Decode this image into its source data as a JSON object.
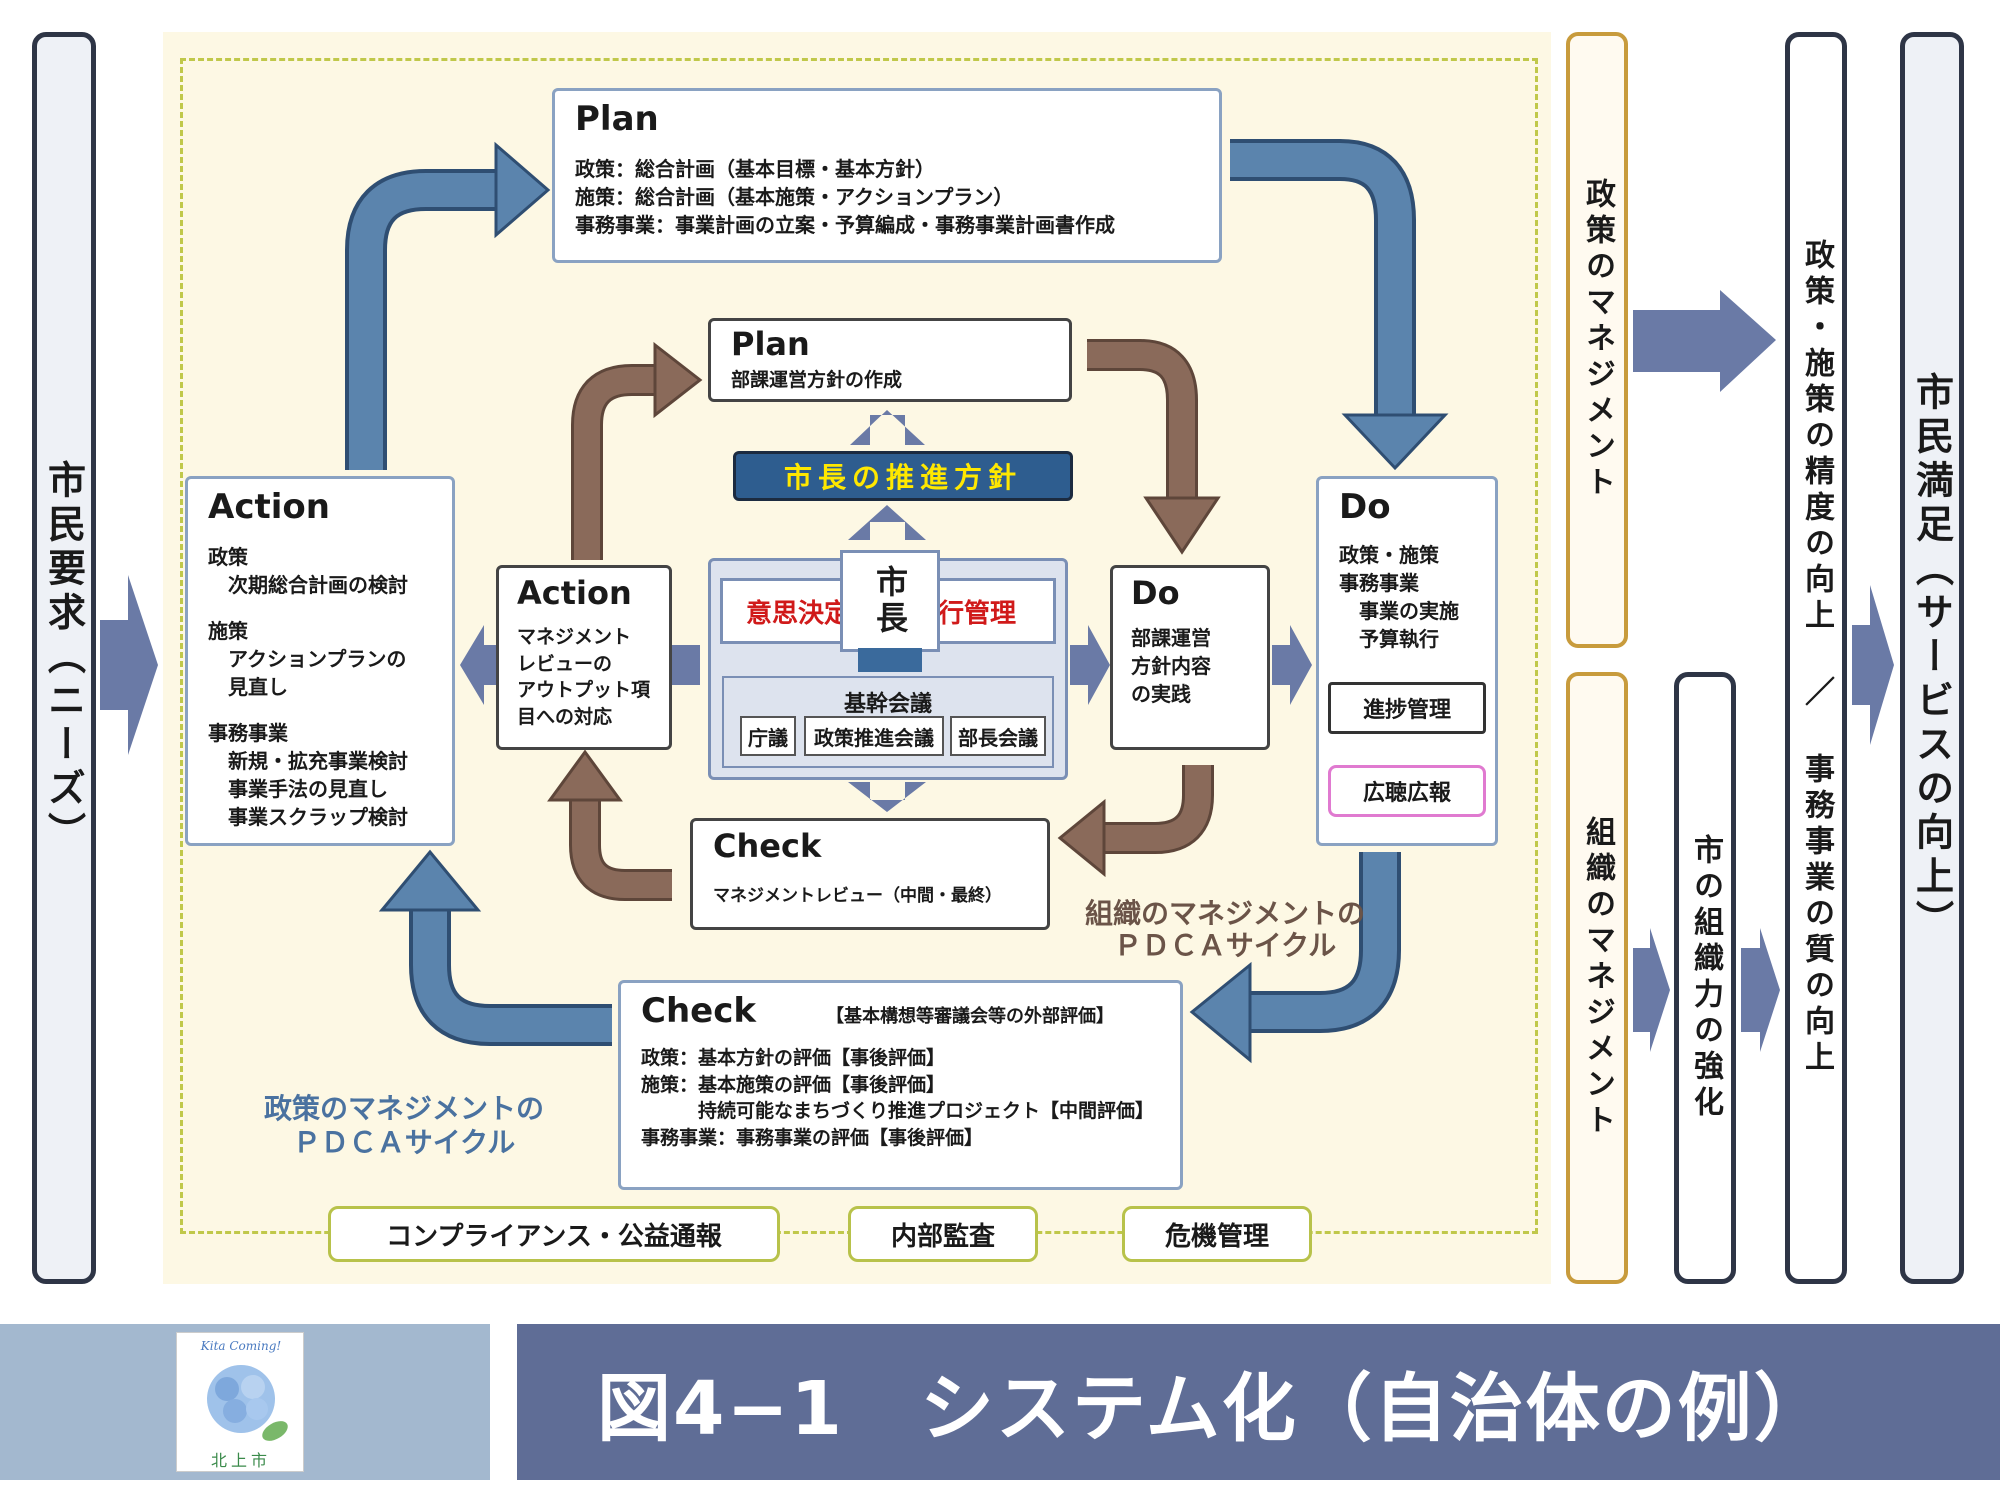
{
  "left_pillar": {
    "label": "市民要求（ニーズ）"
  },
  "right_pillar": {
    "label": "市民満足（サービスの向上）"
  },
  "policy_mgmt": {
    "label": "政策のマネジメント"
  },
  "org_mgmt": {
    "label": "組織のマネジメント"
  },
  "quality_pillar": {
    "label": "政策・施策の精度の向上 ／ 事務事業の質の向上"
  },
  "org_strength": {
    "label": "市の組織力の強化"
  },
  "outer_plan": {
    "title": "Plan",
    "lines": [
      "政策：総合計画（基本目標・基本方針）",
      "施策：総合計画（基本施策・アクションプラン）",
      "事務事業：事業計画の立案・予算編成・事務事業計画書作成"
    ]
  },
  "outer_action": {
    "title": "Action",
    "lines": [
      "政策",
      "　次期総合計画の検討",
      "",
      "施策",
      "　アクションプランの",
      "　見直し",
      "",
      "事務事業",
      "　新規・拡充事業検討",
      "　事業手法の見直し",
      "　事業スクラップ検討"
    ]
  },
  "outer_do": {
    "title": "Do",
    "lines": [
      "政策・施策",
      "事務事業",
      "　事業の実施",
      "　予算執行"
    ],
    "progress": "進捗管理",
    "pr": "広聴広報"
  },
  "outer_check": {
    "title": "Check",
    "note": "【基本構想等審議会等の外部評価】",
    "lines": [
      "政策：基本方針の評価【事後評価】",
      "施策：基本施策の評価【事後評価】",
      "　　　持続可能なまちづくり推進プロジェクト【中間評価】",
      "事務事業：事務事業の評価【事後評価】"
    ]
  },
  "inner_plan": {
    "title": "Plan",
    "text": "部課運営方針の作成"
  },
  "inner_action": {
    "title": "Action",
    "lines": [
      "マネジメント",
      "レビューの",
      "アウトプット項",
      "目への対応"
    ]
  },
  "inner_do": {
    "title": "Do",
    "lines": [
      "部課運営",
      "方針内容",
      "の実践"
    ]
  },
  "inner_check": {
    "title": "Check",
    "text": "マネジメントレビュー（中間・最終）"
  },
  "mayor_policy": "市長の推進方針",
  "center": {
    "mayor": "市長",
    "decision": "意思決定",
    "progress": "進行管理",
    "council": "基幹会議",
    "meetings": [
      "庁議",
      "政策推進会議",
      "部長会議"
    ]
  },
  "org_cycle_label": [
    "組織のマネジメントの",
    "ＰＤＣＡサイクル"
  ],
  "policy_cycle_label": [
    "政策のマネジメントの",
    "ＰＤＣＡサイクル"
  ],
  "bottom_chips": [
    "コンプライアンス・公益通報",
    "内部監査",
    "危機管理"
  ],
  "footer": {
    "title": "図4−1　システム化（自治体の例）",
    "logo_text": "北上市",
    "logo_script": "Kita Coming!"
  },
  "colors": {
    "blue_arrow": "#5b84ad",
    "brown_arrow": "#8a6a5a",
    "navy_arrow": "#6a7aa6",
    "footer_bg": "#5f6d96",
    "cream": "#fdf8e4",
    "red": "#d01a1a"
  }
}
